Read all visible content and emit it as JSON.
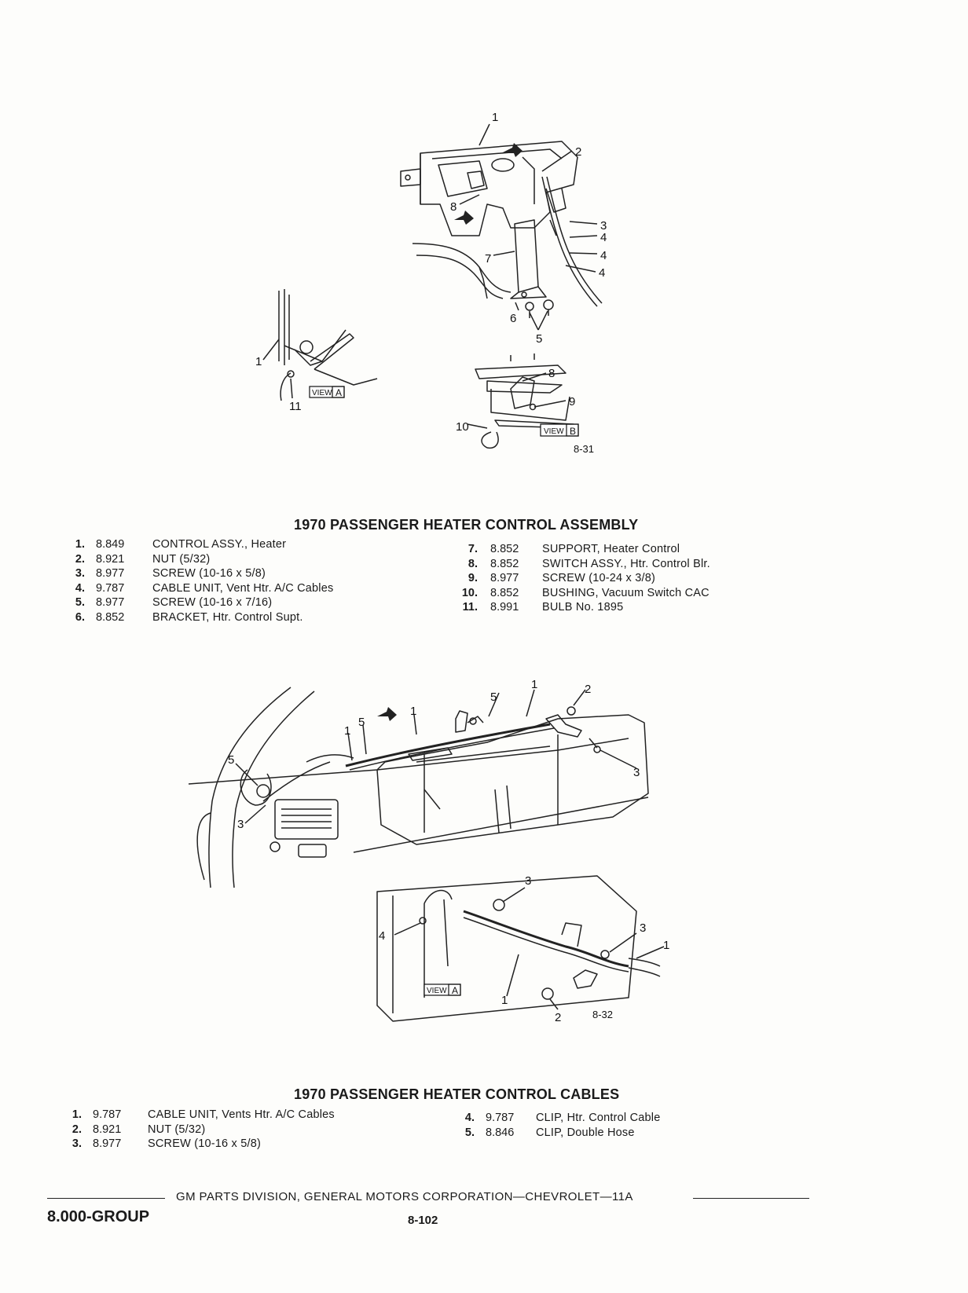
{
  "figure1": {
    "fig_number": "8-31",
    "view_a_label": "VIEW A",
    "view_b_label": "VIEW B",
    "view_word": "VIEW",
    "view_a_letter": "A",
    "view_b_letter": "B",
    "callouts": [
      "1",
      "2",
      "3",
      "4",
      "4",
      "4",
      "5",
      "6",
      "7",
      "8",
      "1",
      "11",
      "8",
      "9",
      "10"
    ]
  },
  "section1": {
    "title": "1970 PASSENGER HEATER CONTROL ASSEMBLY",
    "left_items": [
      {
        "num": "1.",
        "code": "8.849",
        "desc": "CONTROL ASSY., Heater"
      },
      {
        "num": "2.",
        "code": "8.921",
        "desc": "NUT (5/32)"
      },
      {
        "num": "3.",
        "code": "8.977",
        "desc": "SCREW (10-16 x 5/8)"
      },
      {
        "num": "4.",
        "code": "9.787",
        "desc": "CABLE UNIT, Vent Htr. A/C Cables"
      },
      {
        "num": "5.",
        "code": "8.977",
        "desc": "SCREW (10-16 x 7/16)"
      },
      {
        "num": "6.",
        "code": "8.852",
        "desc": "BRACKET, Htr. Control Supt."
      }
    ],
    "right_items": [
      {
        "num": "7.",
        "code": "8.852",
        "desc": "SUPPORT, Heater Control"
      },
      {
        "num": "8.",
        "code": "8.852",
        "desc": "SWITCH ASSY., Htr. Control Blr."
      },
      {
        "num": "9.",
        "code": "8.977",
        "desc": "SCREW (10-24 x 3/8)"
      },
      {
        "num": "10.",
        "code": "8.852",
        "desc": "BUSHING, Vacuum Switch CAC"
      },
      {
        "num": "11.",
        "code": "8.991",
        "desc": "BULB No. 1895"
      }
    ]
  },
  "figure2": {
    "fig_number": "8-32",
    "view_word": "VIEW",
    "view_letter": "A",
    "callouts": [
      "1",
      "2",
      "5",
      "1",
      "5",
      "1",
      "5",
      "3",
      "3",
      "3",
      "4",
      "3",
      "1",
      "1",
      "2"
    ]
  },
  "section2": {
    "title": "1970 PASSENGER HEATER CONTROL CABLES",
    "left_items": [
      {
        "num": "1.",
        "code": "9.787",
        "desc": "CABLE UNIT, Vents Htr. A/C Cables"
      },
      {
        "num": "2.",
        "code": "8.921",
        "desc": "NUT (5/32)"
      },
      {
        "num": "3.",
        "code": "8.977",
        "desc": "SCREW (10-16 x 5/8)"
      }
    ],
    "right_items": [
      {
        "num": "4.",
        "code": "9.787",
        "desc": "CLIP, Htr. Control Cable"
      },
      {
        "num": "5.",
        "code": "8.846",
        "desc": "CLIP, Double Hose"
      }
    ]
  },
  "footer": {
    "division_text": "GM PARTS DIVISION, GENERAL MOTORS CORPORATION—CHEVROLET—11A",
    "group_label": "8.000-GROUP",
    "page_number": "8-102"
  }
}
